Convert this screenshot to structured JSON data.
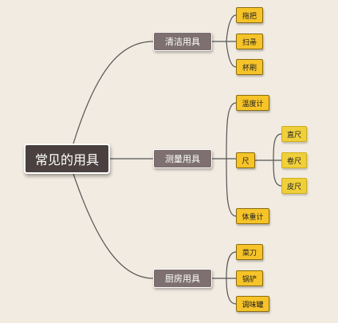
{
  "root": "常见的用具",
  "categories": {
    "cleaning": "清洁用具",
    "measuring": "测量用具",
    "kitchen": "厨房用具"
  },
  "leaves": {
    "mop": "拖把",
    "broom": "扫帚",
    "cup_brush": "杯刷",
    "thermometer": "温度计",
    "ruler": "尺",
    "straight_ruler": "直尺",
    "tape_measure": "卷尺",
    "leather_tape": "皮尺",
    "scale": "体重计",
    "kitchen_knife": "菜刀",
    "spatula": "锅铲",
    "seasoning_jar": "调味罐"
  },
  "colors": {
    "background": "#f1ebe1",
    "root_fill": "#4a4040",
    "category_fill": "#7e7070",
    "leaf_fill": "#f6c328",
    "leaf2_fill": "#efcf3a",
    "connector": "#555555"
  }
}
